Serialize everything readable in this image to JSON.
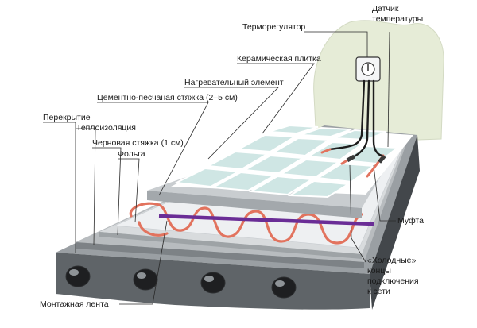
{
  "labels": {
    "thermostat": "Терморегулятор",
    "sensor_line1": "Датчик",
    "sensor_line2": "температуры",
    "tile": "Керамическая плитка",
    "heating_element": "Нагревательный элемент",
    "screed": "Цементно-песчаная стяжка (2–5 см)",
    "slab": "Перекрытие",
    "insulation": "Теплоизоляция",
    "rough_screed": "Черновая стяжка (1 см)",
    "foil": "Фольга",
    "coupling": "Муфта",
    "cold_line1": "«Холодные»",
    "cold_line2": "концы",
    "cold_line3": "подключения",
    "cold_line4": "к сети",
    "mount_tape": "Монтажная лента"
  },
  "colors": {
    "tile": "#cfe6e4",
    "tile_grout": "#ffffff",
    "screed": "#c9cdd0",
    "concrete": "#6f7478",
    "concrete_dark": "#3c4043",
    "heating_cable": "#e2735e",
    "mount_tape": "#6a2d96",
    "wall": "#e6ecd7"
  }
}
